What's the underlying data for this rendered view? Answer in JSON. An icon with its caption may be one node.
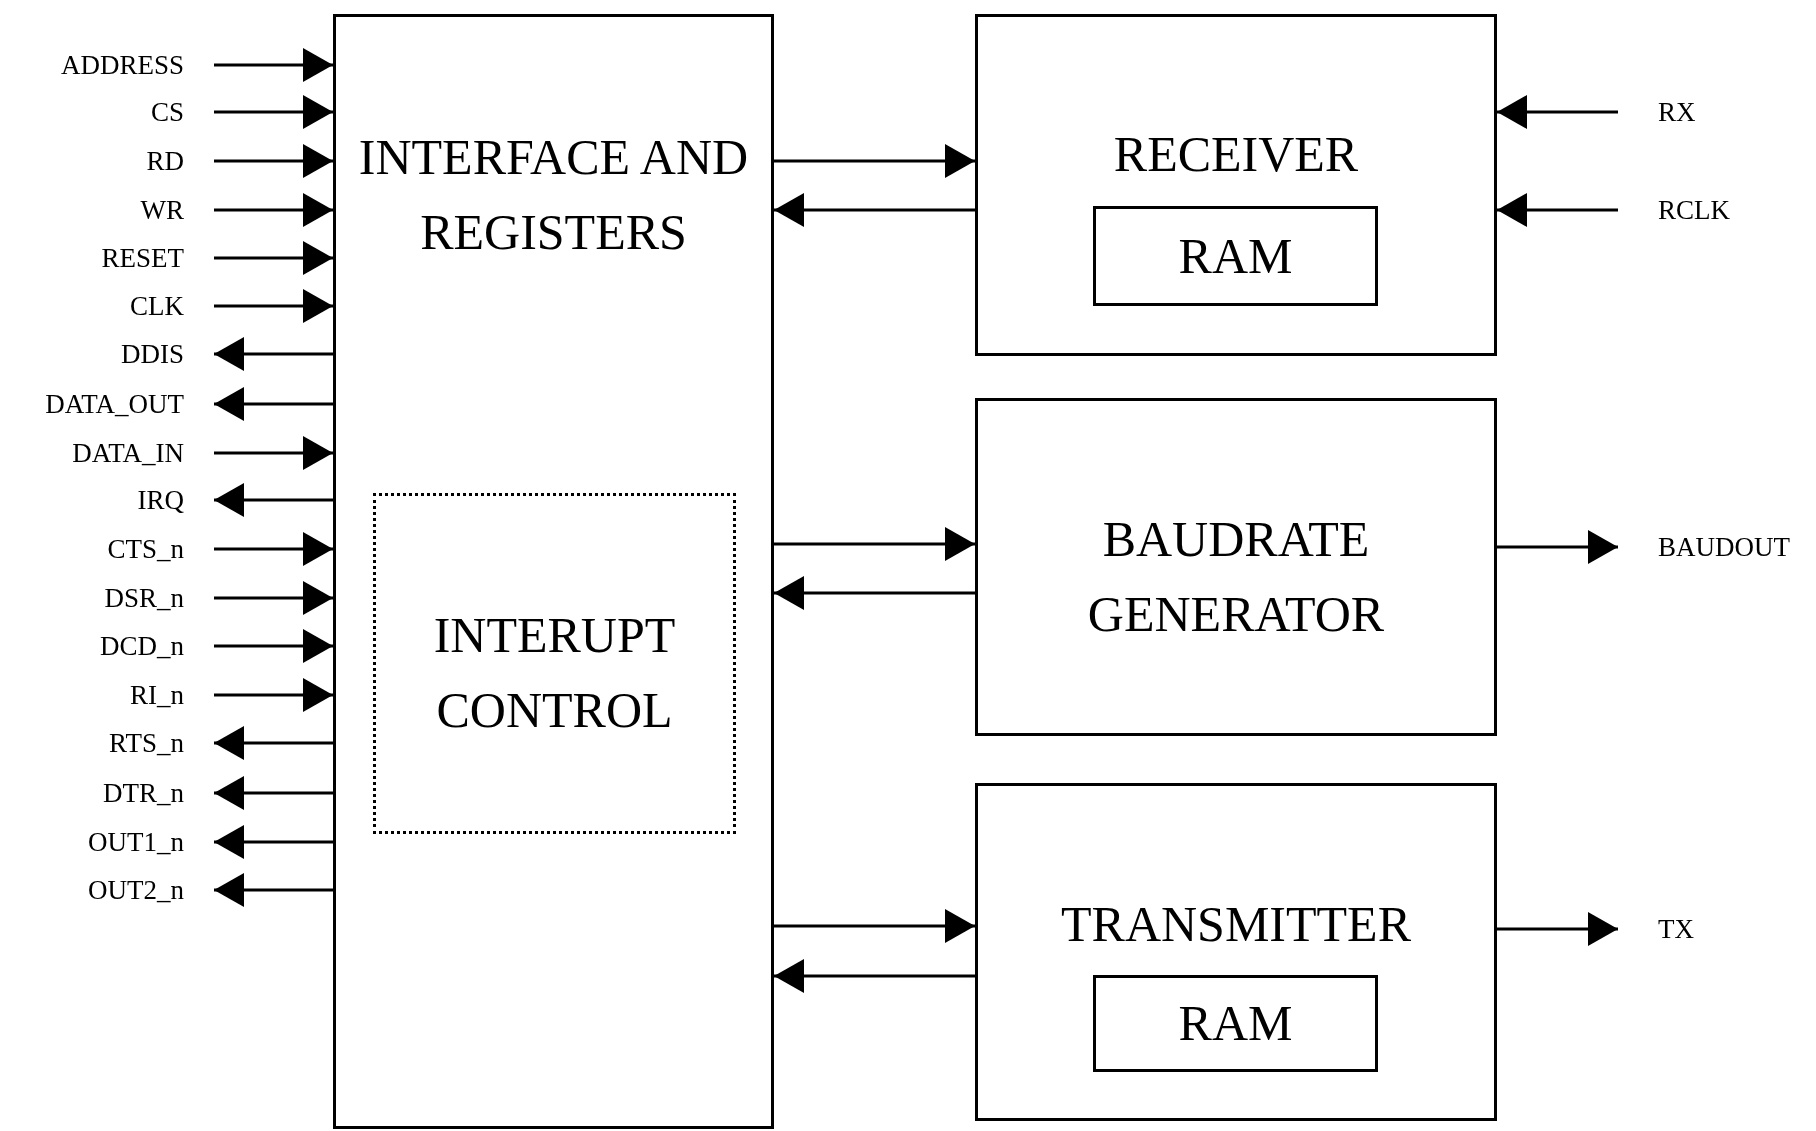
{
  "diagram": {
    "nodes": [
      {
        "text": [
          "INTERFACE AND REGISTERS"
        ]
      },
      {
        "text": [
          "INTERUPT CONTROL"
        ],
        "in": 0
      },
      {
        "text": [
          "RECEIVER"
        ]
      },
      {
        "text": [
          "RAM"
        ],
        "in": 2
      },
      {
        "text": [
          "BAUDRATE GENERATOR"
        ]
      },
      {
        "text": [
          "TRANSMITTER"
        ]
      },
      {
        "text": [
          "RAM"
        ],
        "in": 5
      },
      {
        "text": [
          "ADDRESS"
        ]
      },
      {
        "text": [
          "CS"
        ]
      },
      {
        "text": [
          "RD"
        ]
      },
      {
        "text": [
          "WR"
        ]
      },
      {
        "text": [
          "RESET"
        ]
      },
      {
        "text": [
          "CLK"
        ]
      },
      {
        "text": [
          "DDIS"
        ]
      },
      {
        "text": [
          "DATA_OUT"
        ]
      },
      {
        "text": [
          "DATA_IN"
        ]
      },
      {
        "text": [
          "IRQ"
        ]
      },
      {
        "text": [
          "CTS_n"
        ]
      },
      {
        "text": [
          "DSR_n"
        ]
      },
      {
        "text": [
          "DCD_n"
        ]
      },
      {
        "text": [
          "RI_n"
        ]
      },
      {
        "text": [
          "RTS_n"
        ]
      },
      {
        "text": [
          "DTR_n"
        ]
      },
      {
        "text": [
          "OUT1_n"
        ]
      },
      {
        "text": [
          "OUT2_n"
        ]
      },
      {
        "text": [
          "RX"
        ]
      },
      {
        "text": [
          "RCLK"
        ]
      },
      {
        "text": [
          "BAUDOUT"
        ]
      },
      {
        "text": [
          "TX"
        ]
      }
    ],
    "edges": [
      {
        "from": 7,
        "to": 0,
        "arrow": "to"
      },
      {
        "from": 8,
        "to": 0,
        "arrow": "to"
      },
      {
        "from": 9,
        "to": 0,
        "arrow": "to"
      },
      {
        "from": 10,
        "to": 0,
        "arrow": "to"
      },
      {
        "from": 11,
        "to": 0,
        "arrow": "to"
      },
      {
        "from": 12,
        "to": 0,
        "arrow": "to"
      },
      {
        "from": 0,
        "to": 13,
        "arrow": "to"
      },
      {
        "from": 0,
        "to": 14,
        "arrow": "to"
      },
      {
        "from": 15,
        "to": 0,
        "arrow": "to"
      },
      {
        "from": 0,
        "to": 16,
        "arrow": "to"
      },
      {
        "from": 17,
        "to": 0,
        "arrow": "to"
      },
      {
        "from": 18,
        "to": 0,
        "arrow": "to"
      },
      {
        "from": 19,
        "to": 0,
        "arrow": "to"
      },
      {
        "from": 20,
        "to": 0,
        "arrow": "to"
      },
      {
        "from": 0,
        "to": 21,
        "arrow": "to"
      },
      {
        "from": 0,
        "to": 22,
        "arrow": "to"
      },
      {
        "from": 0,
        "to": 23,
        "arrow": "to"
      },
      {
        "from": 0,
        "to": 24,
        "arrow": "to"
      },
      {
        "from": 0,
        "to": 2,
        "arrow": "to"
      },
      {
        "from": 2,
        "to": 0,
        "arrow": "to"
      },
      {
        "from": 0,
        "to": 4,
        "arrow": "to"
      },
      {
        "from": 4,
        "to": 0,
        "arrow": "to"
      },
      {
        "from": 0,
        "to": 5,
        "arrow": "to"
      },
      {
        "from": 5,
        "to": 0,
        "arrow": "to"
      },
      {
        "from": 25,
        "to": 2,
        "arrow": "to"
      },
      {
        "from": 26,
        "to": 2,
        "arrow": "to"
      },
      {
        "from": 4,
        "to": 27,
        "arrow": "to"
      },
      {
        "from": 5,
        "to": 28,
        "arrow": "to"
      }
    ]
  }
}
